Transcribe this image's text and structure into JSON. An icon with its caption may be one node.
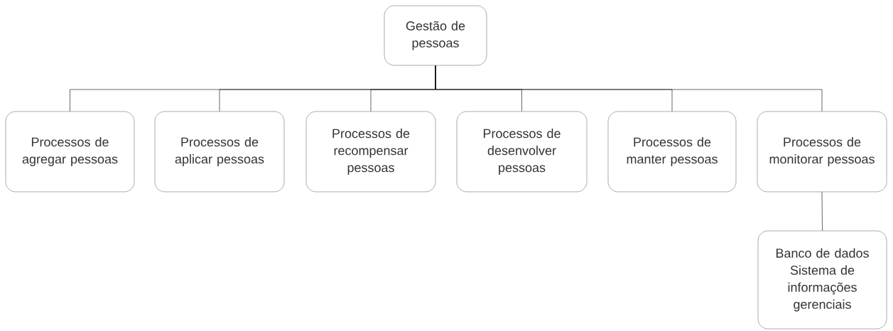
{
  "diagram": {
    "nodes": [
      {
        "text": [
          "Gestão de pessoas"
        ]
      },
      {
        "text": [
          "Processos de agregar pessoas"
        ]
      },
      {
        "text": [
          "Processos de aplicar pessoas"
        ]
      },
      {
        "text": [
          "Processos de recompensar pessoas"
        ]
      },
      {
        "text": [
          "Processos de desenvolver pessoas"
        ]
      },
      {
        "text": [
          "Processos de manter pessoas"
        ]
      },
      {
        "text": [
          "Processos de monitorar pessoas"
        ]
      },
      {
        "text": [
          "Banco de dados",
          "Sistema de informações gerenciais"
        ]
      }
    ],
    "edges": [
      {
        "from": 0,
        "to": 1,
        "arrow": "none"
      },
      {
        "from": 0,
        "to": 2,
        "arrow": "none"
      },
      {
        "from": 0,
        "to": 3,
        "arrow": "none"
      },
      {
        "from": 0,
        "to": 4,
        "arrow": "none"
      },
      {
        "from": 0,
        "to": 5,
        "arrow": "none"
      },
      {
        "from": 0,
        "to": 6,
        "arrow": "none"
      },
      {
        "from": 6,
        "to": 7,
        "arrow": "none"
      }
    ]
  }
}
